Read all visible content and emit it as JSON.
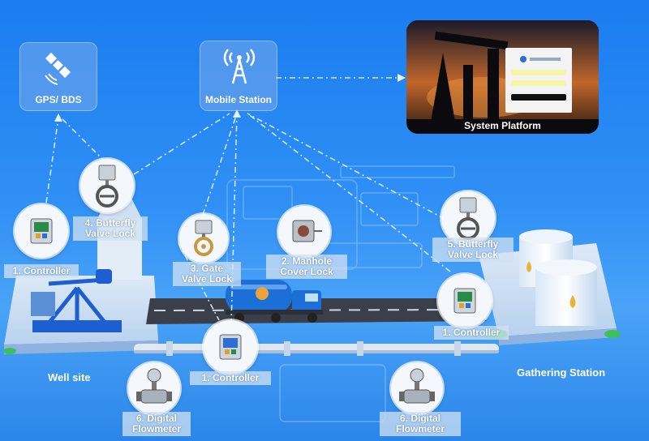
{
  "nodes": {
    "gps": "GPS/ BDS",
    "mobile": "Mobile Station",
    "platform": "System Platform"
  },
  "labels": {
    "controller_well": "1. Controller",
    "butterfly_well": "4. Butterfly\nValve Lock",
    "gate_valve": "3. Gate\nValve Lock",
    "manhole": "2. Manhole\nCover Lock",
    "butterfly_gather": "5. Butterfly\nValve Lock",
    "controller_gather": "1. Controller",
    "controller_truck": "1. Controller",
    "flowmeter_left": "6. Digital\nFlowmeter",
    "flowmeter_right": "6. Digital\nFlowmeter"
  },
  "sites": {
    "well": "Well site",
    "gathering": "Gathering Station"
  },
  "colors": {
    "background": "#2f8ff5",
    "label_bg": "#d2e1f2",
    "tank_drop": "#e8b33a",
    "truck_tank": "#1c6fd6"
  },
  "icons": [
    "satellite-icon",
    "radio-tower-icon"
  ]
}
